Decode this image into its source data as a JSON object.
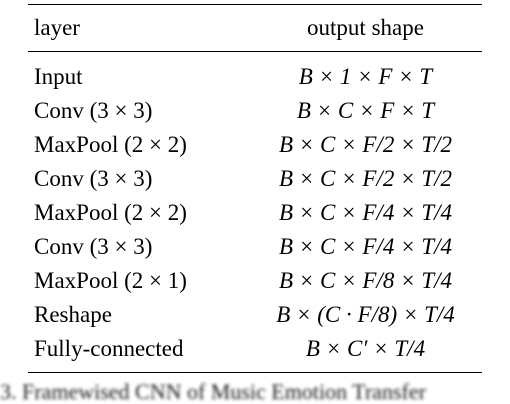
{
  "table": {
    "headers": {
      "layer": "layer",
      "output_shape": "output shape"
    },
    "rows": [
      {
        "layer": "Input",
        "output_shape": "B × 1 × F × T"
      },
      {
        "layer": "Conv (3 × 3)",
        "output_shape": "B × C × F × T"
      },
      {
        "layer": "MaxPool (2 × 2)",
        "output_shape": "B × C × F/2 × T/2"
      },
      {
        "layer": "Conv (3 × 3)",
        "output_shape": "B × C × F/2 × T/2"
      },
      {
        "layer": "MaxPool (2 × 2)",
        "output_shape": "B × C × F/4 × T/4"
      },
      {
        "layer": "Conv (3 × 3)",
        "output_shape": "B × C × F/4 × T/4"
      },
      {
        "layer": "MaxPool (2 × 1)",
        "output_shape": "B × C × F/8 × T/4"
      },
      {
        "layer": "Reshape",
        "output_shape": "B × (C · F/8) × T/4"
      },
      {
        "layer": "Fully-connected",
        "output_shape": "B × C′ × T/4"
      }
    ]
  },
  "caption": {
    "text": "3. Framewised CNN of Music Emotion Transfer"
  }
}
